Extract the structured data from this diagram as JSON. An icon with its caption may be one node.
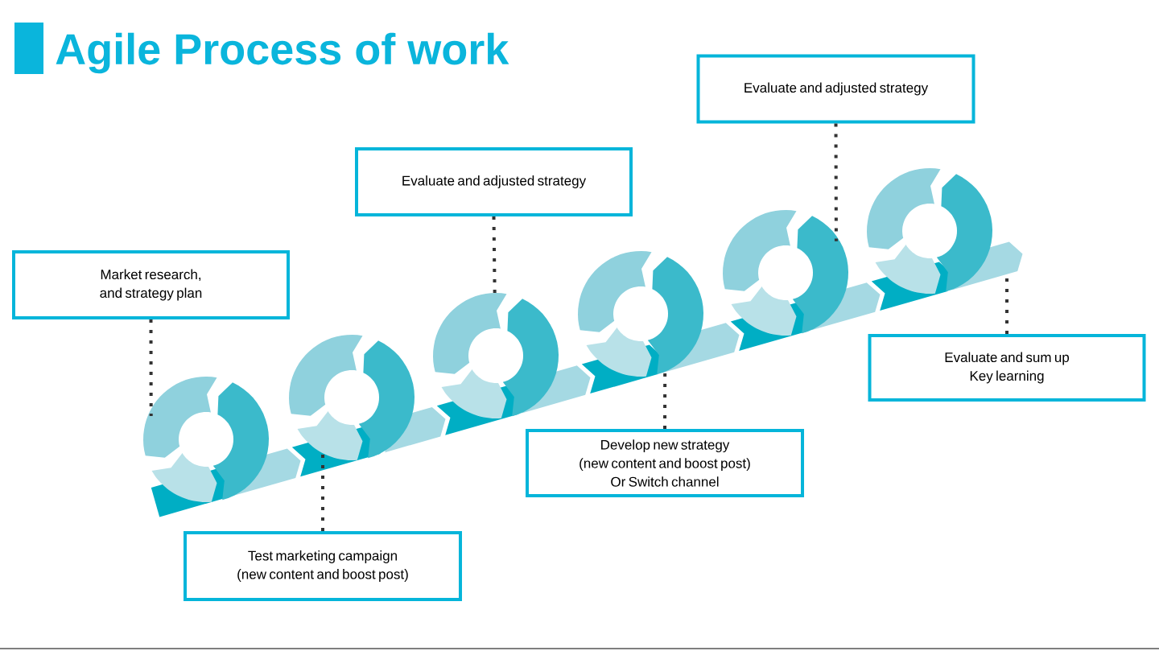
{
  "diagram": {
    "title": "Agile Process of work",
    "nodes": [
      {
        "text": [
          "Market research, and strategy plan"
        ]
      },
      {
        "text": [
          "Test marketing campaign (new content and boost post)"
        ]
      },
      {
        "text": [
          "Evaluate and adjusted strategy"
        ]
      },
      {
        "text": [
          "Develop new strategy (new content and boost post) Or Switch channel"
        ]
      },
      {
        "text": [
          "Evaluate and adjusted strategy"
        ]
      },
      {
        "text": [
          "Evaluate and sum up Key learning"
        ]
      },
      {
        "text": [],
        "shape": "circle"
      },
      {
        "text": [],
        "shape": "circle"
      },
      {
        "text": [],
        "shape": "circle"
      },
      {
        "text": [],
        "shape": "circle"
      },
      {
        "text": [],
        "shape": "circle"
      },
      {
        "text": [],
        "shape": "circle"
      }
    ],
    "edges": [
      {
        "from": 0,
        "to": 6,
        "arrow": "none",
        "style": "dashed"
      },
      {
        "from": 1,
        "to": 7,
        "arrow": "none",
        "style": "dashed"
      },
      {
        "from": 2,
        "to": 8,
        "arrow": "none",
        "style": "dashed"
      },
      {
        "from": 3,
        "to": 9,
        "arrow": "none",
        "style": "dashed"
      },
      {
        "from": 4,
        "to": 10,
        "arrow": "none",
        "style": "dashed"
      },
      {
        "from": 5,
        "to": null,
        "arrow": "none",
        "style": "dashed"
      }
    ]
  }
}
